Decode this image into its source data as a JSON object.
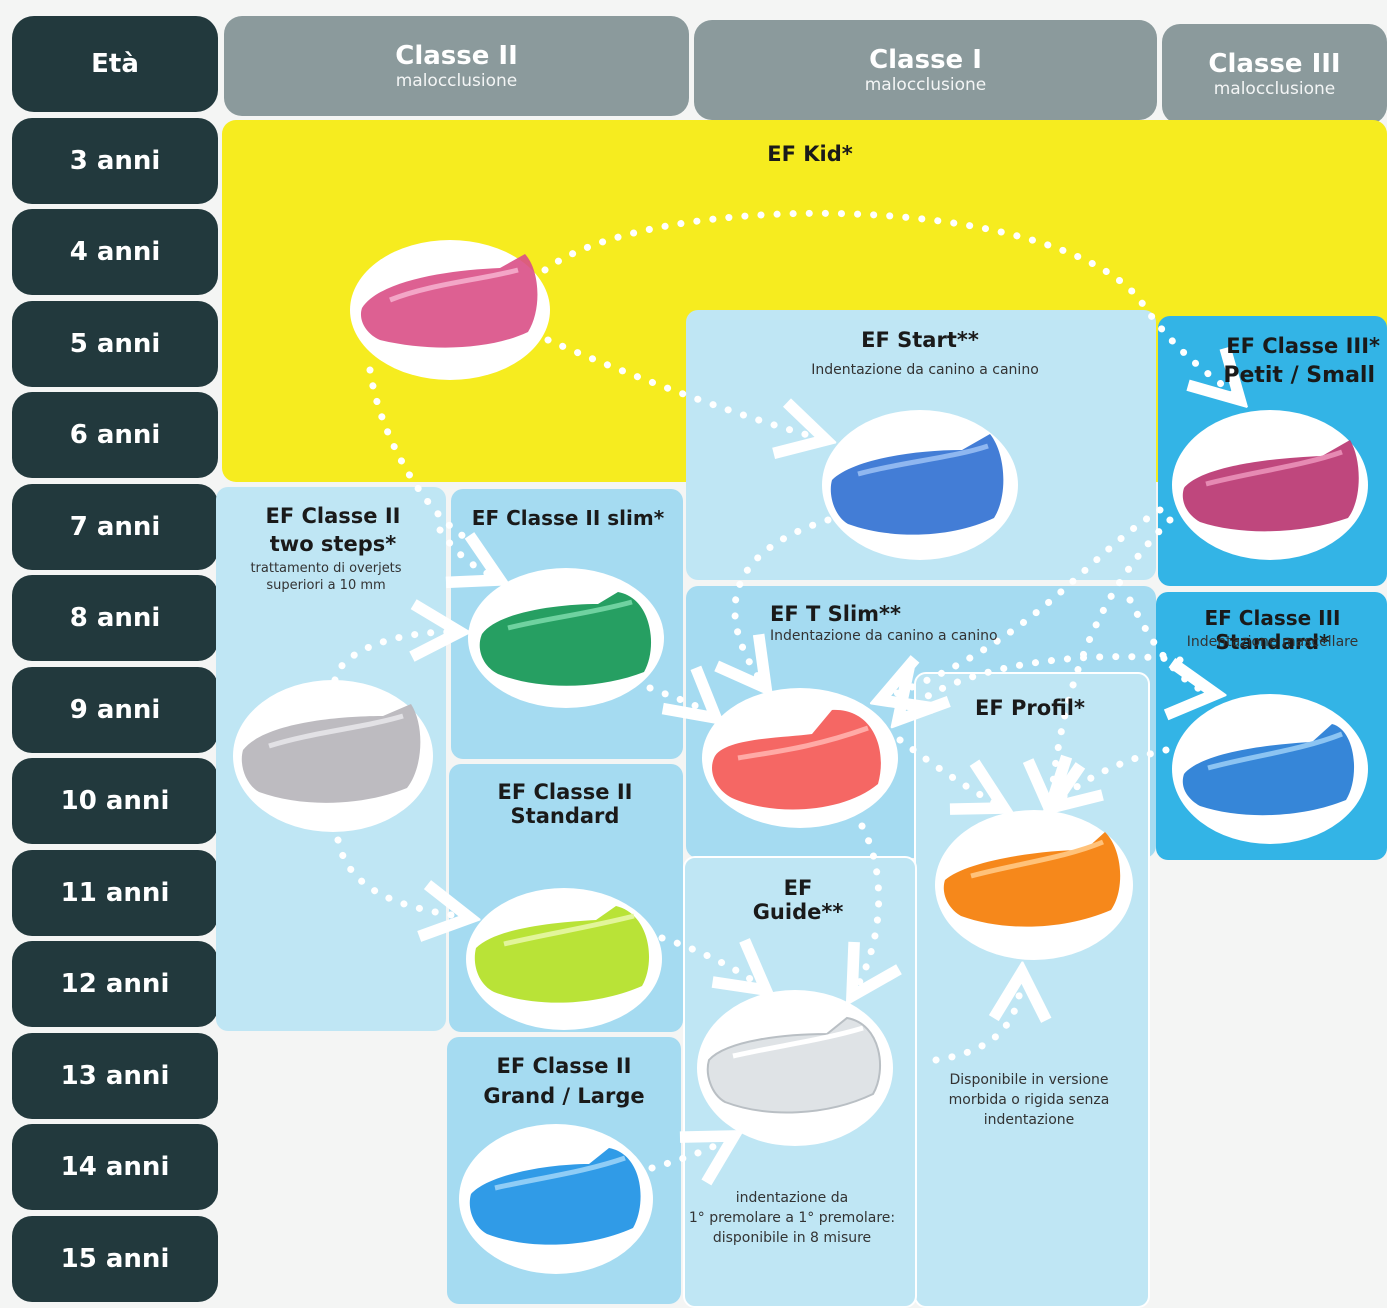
{
  "age_header": "Età",
  "ages": [
    "3 anni",
    "4 anni",
    "5 anni",
    "6 anni",
    "7 anni",
    "8 anni",
    "9 anni",
    "10 anni",
    "11 anni",
    "12 anni",
    "13 anni",
    "14 anni",
    "15 anni"
  ],
  "columns": [
    {
      "title": "Classe II",
      "subtitle": "malocclusione"
    },
    {
      "title": "Classe I",
      "subtitle": "malocclusione"
    },
    {
      "title": "Classe III",
      "subtitle": "malocclusione"
    }
  ],
  "products": {
    "kid": {
      "name": "EF Kid*",
      "color": "#d94f86"
    },
    "start": {
      "name": "EF Start**",
      "note": "Indentazione da canino a canino",
      "color": "#2f6fd1"
    },
    "class3_petit": {
      "name_line1": "EF Classe III*",
      "name_line2": "Petit / Small",
      "color": "#b8336f"
    },
    "class2_two_steps": {
      "name_line1": "EF Classe II",
      "name_line2": "two steps*",
      "note_line1": "trattamento di overjets",
      "note_line2": "superiori  a 10 mm",
      "color": "#b9b7bd"
    },
    "class2_slim": {
      "name": "EF Classe II slim*",
      "color": "#1a9a5a"
    },
    "t_slim": {
      "name": "EF T Slim**",
      "note": "Indentazione da canino a canino",
      "color": "#f45f5c"
    },
    "class3_standard": {
      "name": "EF Classe III Standard*",
      "note": "Indentazione mascellare",
      "color": "#2b80d6"
    },
    "profil": {
      "name": "EF Profil*",
      "note_line1": "Disponibile in versione",
      "note_line2": "morbida o rigida senza",
      "note_line3": "indentazione",
      "color": "#f5820f"
    },
    "class2_standard": {
      "name": "EF Classe II Standard",
      "color": "#b5e22c"
    },
    "guide": {
      "name": "EF Guide**",
      "note_line1": "indentazione da",
      "note_line2": "1° premolare a 1° premolare:",
      "note_line3": "disponibile in 8 misure",
      "color": "#dfe3e6"
    },
    "class2_grand": {
      "name_line1": "EF Classe II",
      "name_line2": "Grand / Large",
      "color": "#2596e6"
    }
  }
}
